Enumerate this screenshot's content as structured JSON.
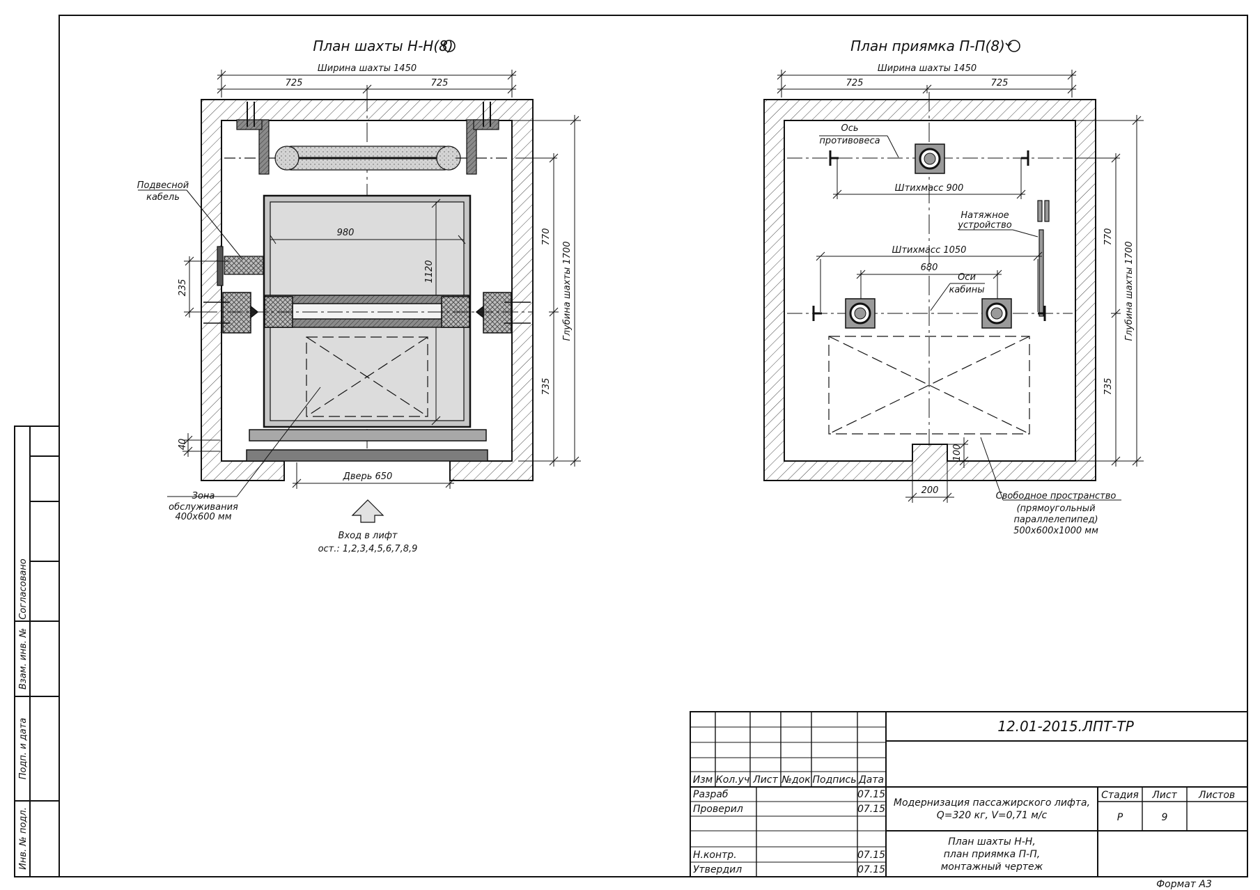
{
  "sheet": {
    "format": "Формат А3"
  },
  "shaft_plan": {
    "title": "План шахты Н-Н(8)",
    "width_label": "Ширина шахты 1450",
    "half_left": "725",
    "half_right": "725",
    "cabin_width": "980",
    "cabin_depth": "1120",
    "depth_label": "Глубина шахты 1700",
    "depth_upper": "770",
    "depth_lower": "735",
    "side_offset": "235",
    "sill_gap": "40",
    "door_label": "Дверь 650",
    "cable_label_1": "Подвесной",
    "cable_label_2": "кабель",
    "service_1": "Зона",
    "service_2": "обслуживания",
    "service_3": "400x600 мм",
    "entry_1": "Вход в лифт",
    "entry_2": "ост.: 1,2,3,4,5,6,7,8,9"
  },
  "pit_plan": {
    "title": "План приямка П-П(8)",
    "width_label": "Ширина шахты 1450",
    "half_left": "725",
    "half_right": "725",
    "cw_axis_1": "Ось",
    "cw_axis_2": "противовеса",
    "cw_gauge": "Штихмасс 900",
    "tension_1": "Натяжное",
    "tension_2": "устройство",
    "car_gauge": "Штихмасс 1050",
    "buffer_spacing": "680",
    "car_axes_1": "Оси",
    "car_axes_2": "кабины",
    "depth_label": "Глубина шахты 1700",
    "depth_upper": "770",
    "depth_lower": "735",
    "niche_w": "200",
    "niche_d": "100",
    "free_1": "Свободное пространство",
    "free_2": "(прямоугольный",
    "free_3": "параллелепипед)",
    "free_4": "500x600x1000 мм"
  },
  "side_stamp": {
    "agreed": "Согласовано",
    "swap_inv": "Взам. инв. №",
    "sign_date": "Подп. и дата",
    "inv_orig": "Инв. № подл."
  },
  "title_block": {
    "code": "12.01-2015.ЛПТ-ТР",
    "col_izm": "Изм",
    "col_kol": "Кол.уч",
    "col_list": "Лист",
    "col_ndoc": "№док",
    "col_sign": "Подпись",
    "col_date": "Дата",
    "row_dev": "Разраб",
    "row_check": "Проверил",
    "row_norm": "Н.контр.",
    "row_appr": "Утвердил",
    "date_1": "07.15",
    "date_2": "07.15",
    "date_3": "07.15",
    "date_4": "07.15",
    "project_1": "Модернизация пассажирского лифта,",
    "project_2": "Q=320 кг,  V=0,71 м/с",
    "stage_h": "Стадия",
    "sheet_h": "Лист",
    "sheets_h": "Листов",
    "stage_v": "Р",
    "sheet_v": "9",
    "doc_1": "План шахты Н-Н,",
    "doc_2": "план приямка П-П,",
    "doc_3": "монтажный чертеж"
  }
}
